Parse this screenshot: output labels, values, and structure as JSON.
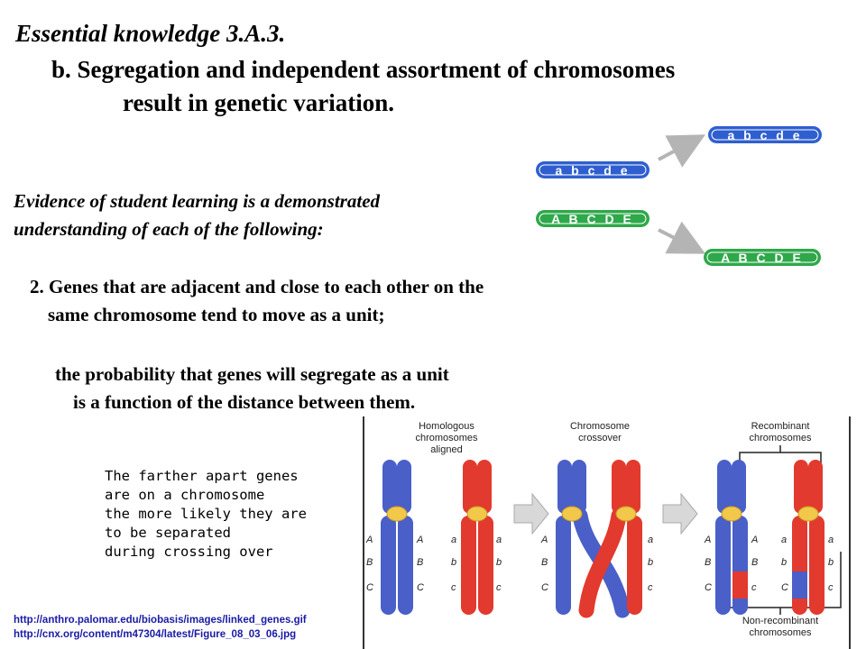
{
  "heading": {
    "title": "Essential knowledge 3.A.3.",
    "subtitle_line1": "b. Segregation and independent assortment of chromosomes",
    "subtitle_line2": "result in genetic variation."
  },
  "evidence": {
    "line1": "Evidence of student learning is a demonstrated",
    "line2": "understanding of each of the following:"
  },
  "point2": {
    "line1": "2. Genes that are adjacent and close to each other on the",
    "line2": "same chromosome tend to move as a unit;"
  },
  "probability": {
    "line1": "the probability that genes will segregate as a unit",
    "line2": "is a function of the distance between them."
  },
  "note": {
    "lines": [
      "The farther apart genes",
      "are on a chromosome",
      "the more likely they are",
      "to be separated",
      "during crossing over"
    ]
  },
  "references": [
    "http://anthro.palomar.edu/biobasis/images/linked_genes.gif",
    "http://cnx.org/content/m47304/latest/Figure_08_03_06.jpg"
  ],
  "linked_genes": {
    "lower": "a b c d e",
    "upper": "A B C D E",
    "colors": {
      "blue": "#2f5fcf",
      "green": "#2ea84a"
    }
  },
  "crossover_figure": {
    "label_homologous": [
      "Homologous",
      "chromosomes",
      "aligned"
    ],
    "label_crossover": [
      "Chromosome",
      "crossover"
    ],
    "label_recombinant": [
      "Recombinant",
      "chromosomes"
    ],
    "label_nonrecombinant": [
      "Non-recombinant",
      "chromosomes"
    ],
    "gene_upper": [
      "A",
      "B",
      "C"
    ],
    "gene_lower": [
      "a",
      "b",
      "c"
    ],
    "colors": {
      "blue": "#4a5fc8",
      "red": "#e23a2e",
      "centromere": "#f2c84b"
    }
  }
}
